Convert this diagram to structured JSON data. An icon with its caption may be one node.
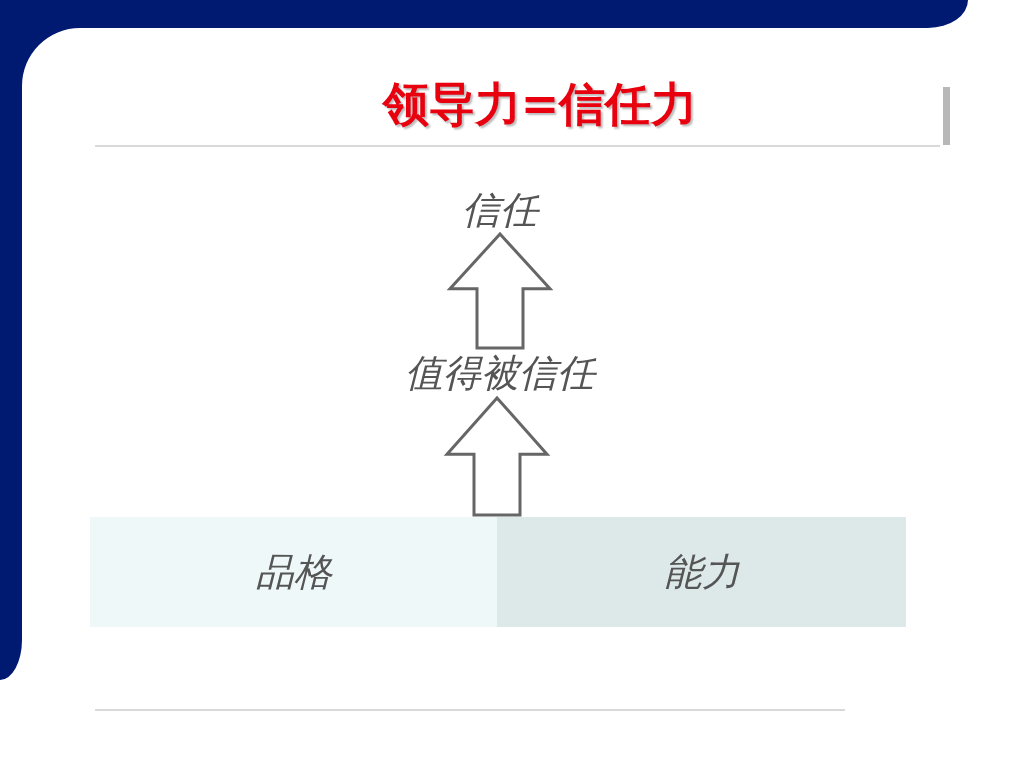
{
  "diagram": {
    "title": "领导力=信任力",
    "nodes": [
      {
        "text": [
          "信任"
        ]
      },
      {
        "text": [
          "值得被信任"
        ]
      },
      {
        "text": [
          "品格"
        ]
      },
      {
        "text": [
          "能力"
        ]
      }
    ],
    "edges": [
      {
        "from": 1,
        "to": 0,
        "arrow": "to"
      },
      {
        "from": 2,
        "to": 1,
        "arrow": "to"
      },
      {
        "from": 3,
        "to": 1,
        "arrow": "to"
      }
    ]
  }
}
